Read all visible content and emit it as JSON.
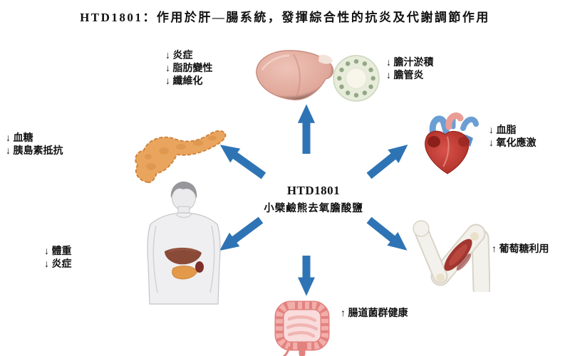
{
  "title": "HTD1801：作用於肝—腸系統，發揮綜合性的抗炎及代謝調節作用",
  "center": {
    "name": "HTD1801",
    "compound": "小檗鹼熊去氧膽酸鹽"
  },
  "labels": {
    "liver": [
      "↓ 炎症",
      "↓ 脂肪變性",
      "↓ 纖維化"
    ],
    "bile_duct": [
      "↓ 膽汁淤積",
      "↓ 膽管炎"
    ],
    "heart": [
      "↓ 血脂",
      "↓ 氧化應激"
    ],
    "muscle": [
      "↑ 葡萄糖利用"
    ],
    "gut": [
      "↑ 腸道菌群健康"
    ],
    "body": [
      "↓ 體重",
      "↓ 炎症"
    ],
    "pancreas": [
      "↓ 血糖",
      "↓ 胰島素抵抗"
    ]
  },
  "icons": {
    "liver": "liver-icon",
    "bile_duct": "bile-duct-cross-section-icon",
    "heart": "heart-icon",
    "muscle": "arm-muscle-icon",
    "gut": "large-intestine-icon",
    "body": "human-torso-organs-icon",
    "pancreas": "pancreas-icon"
  },
  "colors": {
    "arrow": "#2E74B5",
    "text": "#111111",
    "background": "#ffffff"
  }
}
